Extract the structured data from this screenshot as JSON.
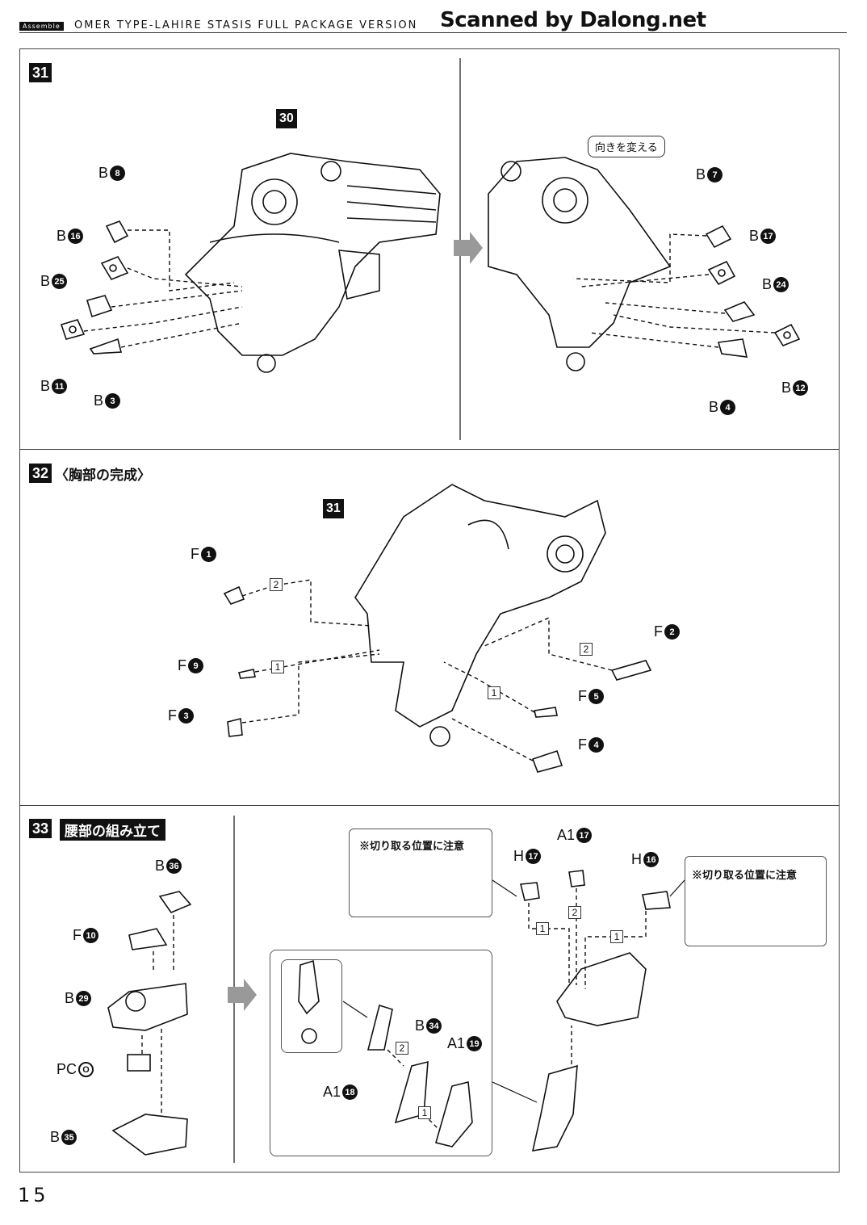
{
  "header": {
    "tag": "Assemble",
    "title": "OMER TYPE-LAHIRE STASIS FULL PACKAGE VERSION",
    "watermark": "Scanned by Dalong.net"
  },
  "step31": {
    "number": "31",
    "ref": "30",
    "callout": "向きを変える",
    "left_parts": [
      {
        "runner": "B",
        "num": "8"
      },
      {
        "runner": "B",
        "num": "16"
      },
      {
        "runner": "B",
        "num": "25"
      },
      {
        "runner": "B",
        "num": "11"
      },
      {
        "runner": "B",
        "num": "3"
      }
    ],
    "right_parts": [
      {
        "runner": "B",
        "num": "7"
      },
      {
        "runner": "B",
        "num": "17"
      },
      {
        "runner": "B",
        "num": "24"
      },
      {
        "runner": "B",
        "num": "12"
      },
      {
        "runner": "B",
        "num": "4"
      }
    ]
  },
  "step32": {
    "number": "32",
    "title": "〈胸部の完成〉",
    "ref": "31",
    "parts": [
      {
        "runner": "F",
        "num": "1"
      },
      {
        "runner": "F",
        "num": "9"
      },
      {
        "runner": "F",
        "num": "3"
      },
      {
        "runner": "F",
        "num": "2"
      },
      {
        "runner": "F",
        "num": "5"
      },
      {
        "runner": "F",
        "num": "4"
      }
    ],
    "order_marks": [
      "2",
      "1",
      "2",
      "1"
    ]
  },
  "step33": {
    "number": "33",
    "title": "腰部の組み立て",
    "left_parts": [
      {
        "runner": "B",
        "num": "36"
      },
      {
        "runner": "F",
        "num": "10"
      },
      {
        "runner": "B",
        "num": "29"
      },
      {
        "runner": "PC",
        "num": "O"
      },
      {
        "runner": "B",
        "num": "35"
      }
    ],
    "note_left": "※切り取る位置に注意",
    "note_right": "※切り取る位置に注意",
    "right_parts": [
      {
        "runner": "H",
        "num": "17"
      },
      {
        "runner": "A1",
        "num": "17"
      },
      {
        "runner": "H",
        "num": "16"
      },
      {
        "runner": "B",
        "num": "34"
      },
      {
        "runner": "A1",
        "num": "19"
      },
      {
        "runner": "A1",
        "num": "18"
      }
    ],
    "order_marks": [
      "1",
      "2",
      "1",
      "2",
      "1"
    ]
  },
  "footer": {
    "page": "15"
  }
}
